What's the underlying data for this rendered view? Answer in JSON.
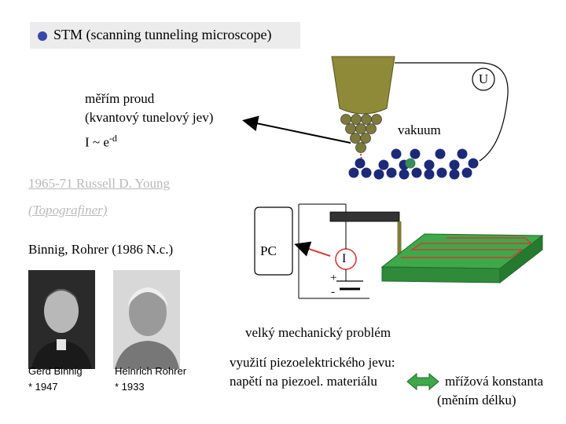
{
  "title": {
    "text": "STM (scanning tunneling microscope)"
  },
  "labels": {
    "measure_line1": "měřím proud",
    "measure_line2": "(kvantový tunelový jev)",
    "measure_line3_base": "I ~ e",
    "measure_line3_exp": "-d",
    "vacuum": "vakuum",
    "voltage": "U",
    "history": "1965-71  Russell D. Young",
    "topografiner": "(Topografiner)",
    "nobel": "Binnig, Rohrer  (1986  N.c.)",
    "pc": "PC",
    "current": "I",
    "plus": "+",
    "minus": "-",
    "problem": "velký mechanický problém",
    "piezo_line1": "využití piezoelektrického jevu:",
    "piezo_line2": "napětí na piezoel. materiálu",
    "lattice_line1": "mřížová konstanta",
    "lattice_line2": "(měním délku)"
  },
  "people": [
    {
      "name": "Gerd Binnig",
      "born": "* 1947"
    },
    {
      "name": "Heinrich Rohrer",
      "born": "* 1933"
    }
  ],
  "colors": {
    "tip": "#8f8a38",
    "tip_atoms": "#7e7a3a",
    "surface_atoms": "#1d2a78",
    "highlight_atom": "#3a8a5a",
    "plate": "#3fa84a",
    "scan_path": "#d23a3a",
    "title_bullet": "#3a46a8",
    "greyed_text": "#b9b9b9"
  },
  "icons": [
    "left-right-arrow-icon",
    "battery-icon",
    "arrow-icon"
  ]
}
